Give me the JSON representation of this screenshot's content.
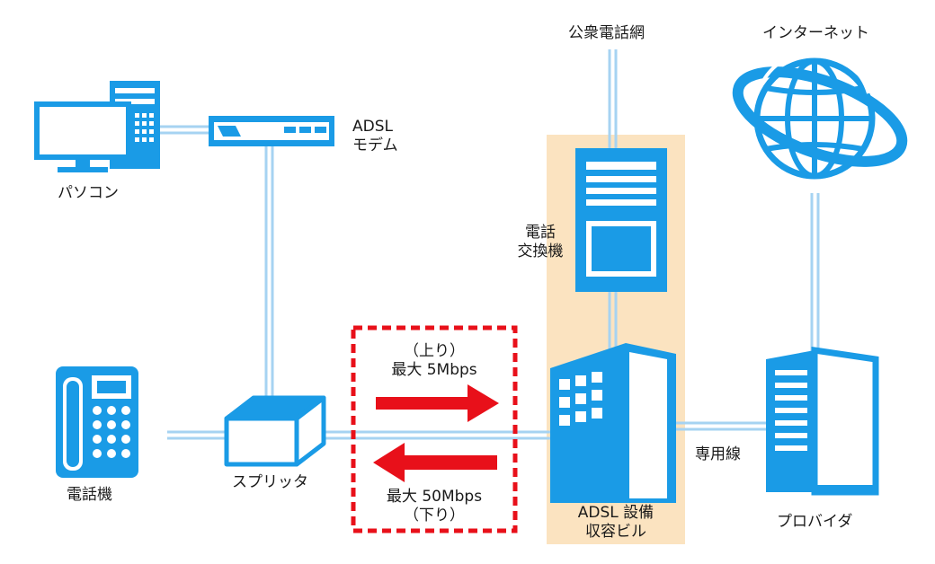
{
  "labels": {
    "pc": "パソコン",
    "modem_line1": "ADSL",
    "modem_line2": "モデム",
    "phone": "電話機",
    "splitter": "スプリッタ",
    "pstn": "公衆電話網",
    "internet": "インターネット",
    "exchange_line1": "電話",
    "exchange_line2": "交換機",
    "building_line1": "ADSL 設備",
    "building_line2": "収容ビル",
    "leased_line": "専用線",
    "provider": "プロバイダ"
  },
  "speeds": {
    "up_line1": "（上り）",
    "up_line2": "最大 5Mbps",
    "down_line1": "最大 50Mbps",
    "down_line2": "（下り）"
  },
  "colors": {
    "icon_blue": "#1a9be6",
    "line_blue": "#a6d3f2",
    "arrow_red": "#e8101a",
    "highlight": "#fbe3c0"
  }
}
